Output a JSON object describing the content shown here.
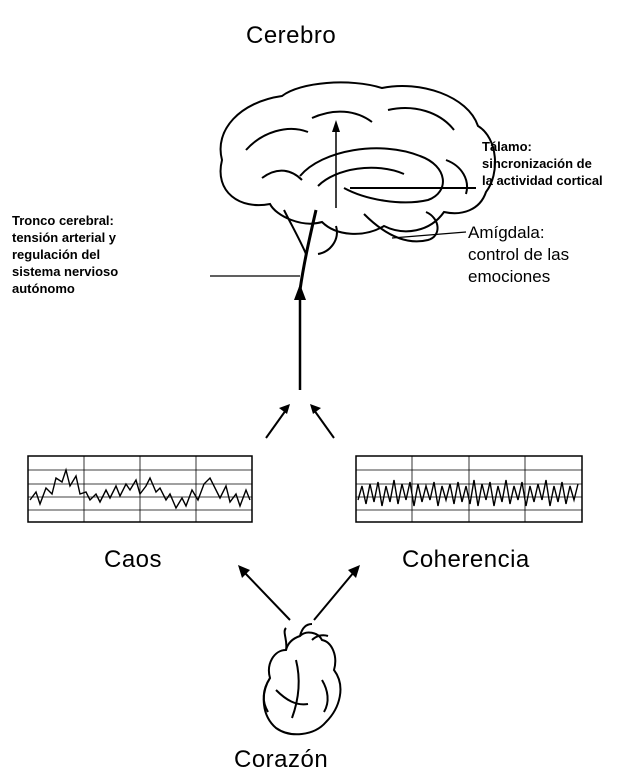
{
  "labels": {
    "brain_title": "Cerebro",
    "thalamus": "Tálamo:\nsincronización de\nla actividad cortical",
    "brainstem": "Tronco cerebral:\ntensión arterial y\nregulación del\nsistema nervioso\nautónomo",
    "amygdala": "Amígdala:\ncontrol de las\nemociones",
    "chaos": "Caos",
    "coherence": "Coherencia",
    "heart": "Corazón"
  },
  "icons": {
    "brain": "brain-sagittal-illustration",
    "heart": "anatomical-heart-illustration"
  }
}
